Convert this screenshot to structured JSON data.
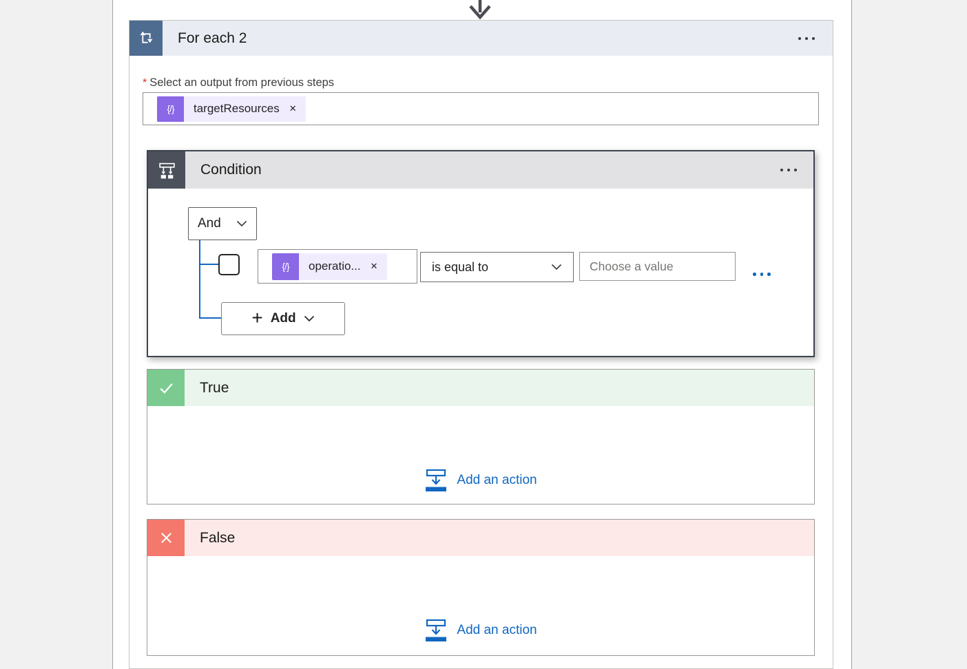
{
  "colors": {
    "accent_blue": "#1267c1",
    "foreach_icon_bg": "#4e6b90",
    "foreach_header_bg": "#e9edf3",
    "condition_icon_bg": "#4b505b",
    "condition_header_bg": "#e2e2e4",
    "true_icon_bg": "#7bcb90",
    "true_header_bg": "#eaf6ed",
    "false_icon_bg": "#f4786c",
    "false_header_bg": "#fdeae8",
    "token_icon_purple": "#8a68e6",
    "token_pill_bg": "#f1ecfd",
    "required_red": "#dd2c23"
  },
  "icons": {
    "dynamic_content": "{/}",
    "close": "✕"
  },
  "foreach": {
    "title": "For each 2",
    "required_marker": "*",
    "field_label": "Select an output from previous steps",
    "token": {
      "label": "targetResources"
    }
  },
  "condition": {
    "title": "Condition",
    "group_operator": "And",
    "row": {
      "token_label": "operatio...",
      "operator": "is equal to",
      "value_placeholder": "Choose a value"
    },
    "add_button_label": "Add"
  },
  "true_branch": {
    "title": "True",
    "add_action": "Add an action"
  },
  "false_branch": {
    "title": "False",
    "add_action": "Add an action"
  }
}
